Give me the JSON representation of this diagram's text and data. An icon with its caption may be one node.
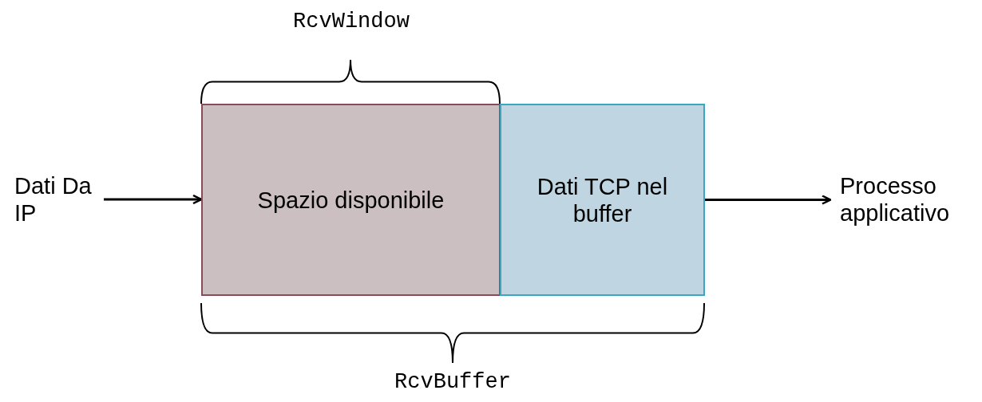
{
  "diagram": {
    "nodes": [
      {
        "text": [
          "Dati Da IP"
        ]
      },
      {
        "text": [
          "Spazio disponibile"
        ]
      },
      {
        "text": [
          "Dati TCP nel buffer"
        ]
      },
      {
        "text": [
          "Processo applicativo"
        ]
      }
    ],
    "edges": [
      {
        "from": 0,
        "to": 1,
        "arrow": "to"
      },
      {
        "from": 2,
        "to": 3,
        "arrow": "to"
      }
    ],
    "labels": [
      "RcvWindow",
      "RcvBuffer"
    ]
  }
}
